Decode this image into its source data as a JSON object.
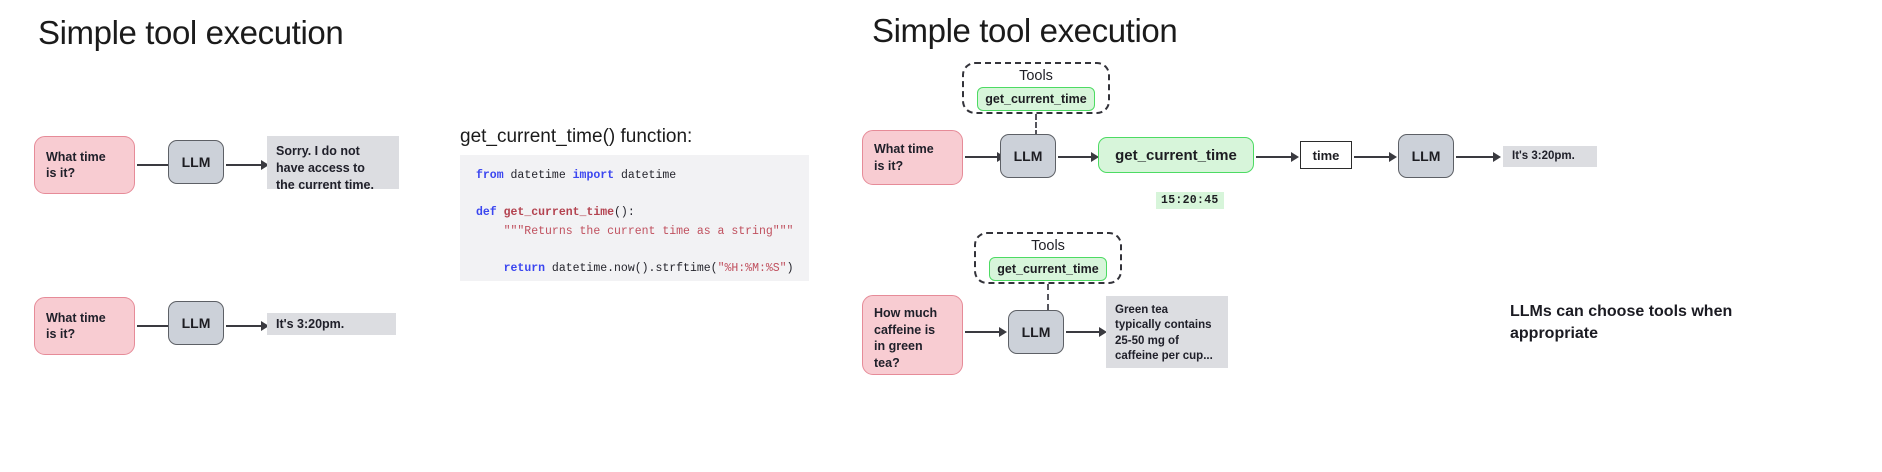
{
  "left_panel": {
    "title": "Simple tool execution",
    "flow_no_tool": {
      "prompt": "What time\nis it?",
      "llm": "LLM",
      "response": "Sorry. I do not\nhave access to\nthe current time."
    },
    "flow_answer": {
      "prompt": "What time\nis it?",
      "llm": "LLM",
      "response": "It's 3:20pm."
    }
  },
  "code_panel": {
    "heading": "get_current_time() function:",
    "lines": [
      {
        "tokens": [
          {
            "t": "from ",
            "c": "kw"
          },
          {
            "t": "datetime ",
            "c": "pl"
          },
          {
            "t": "import ",
            "c": "kw"
          },
          {
            "t": "datetime",
            "c": "pl"
          }
        ]
      },
      {
        "tokens": []
      },
      {
        "tokens": [
          {
            "t": "def ",
            "c": "kw"
          },
          {
            "t": "get_current_time",
            "c": "fn"
          },
          {
            "t": "():",
            "c": "pl"
          }
        ]
      },
      {
        "tokens": [
          {
            "t": "    \"\"\"Returns the current time as a string\"\"\"",
            "c": "str"
          }
        ]
      },
      {
        "tokens": []
      },
      {
        "tokens": [
          {
            "t": "    ",
            "c": "pl"
          },
          {
            "t": "return ",
            "c": "kw"
          },
          {
            "t": "datetime.now().strftime(",
            "c": "pl"
          },
          {
            "t": "\"%H:%M:%S\"",
            "c": "str"
          },
          {
            "t": ")",
            "c": "pl"
          }
        ]
      }
    ]
  },
  "right_panel": {
    "title": "Simple tool execution",
    "flow_tool": {
      "tools_label": "Tools",
      "tool_name": "get_current_time",
      "prompt": "What time\nis it?",
      "llm_first": "LLM",
      "tool_call": "get_current_time",
      "tool_result_label": "time",
      "tool_result_value": "15:20:45",
      "llm_second": "LLM",
      "response": "It's 3:20pm."
    },
    "flow_no_tool_needed": {
      "tools_label": "Tools",
      "tool_name": "get_current_time",
      "prompt": "How much\ncaffeine is\nin green\ntea?",
      "llm": "LLM",
      "response": "Green tea\ntypically contains\n25-50 mg of\ncaffeine per cup..."
    },
    "caption": "LLMs can choose tools when\nappropriate"
  },
  "colors": {
    "pink_fill": "#f8ccd2",
    "pink_border": "#e68b98",
    "gray_fill": "#ccd1d9",
    "gray_border": "#5d6066",
    "green_fill": "#d7f5da",
    "green_border": "#4ddb63",
    "text_bg": "#dcdde1",
    "code_bg": "#f2f2f4",
    "arrow": "#3a3a40"
  }
}
